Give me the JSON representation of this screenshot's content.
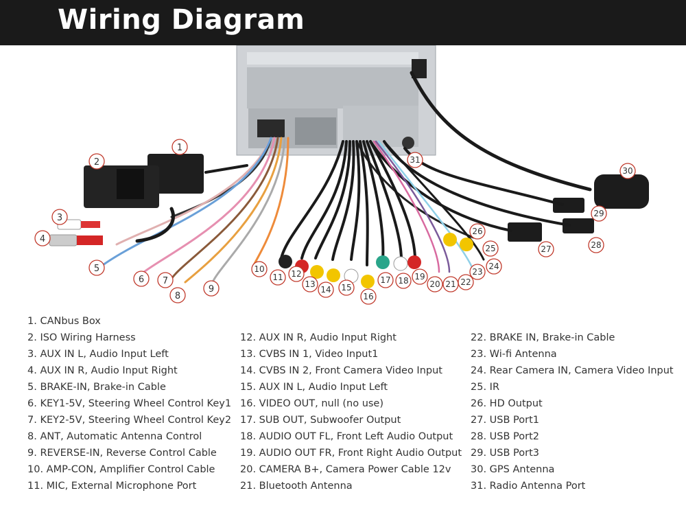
{
  "title": "Wiring Diagram",
  "colors": {
    "header_bg": "#1a1a1a",
    "title": "#ffffff",
    "callout_border": "#c0392b",
    "text": "#333333"
  },
  "callout_numbers": [
    "1",
    "2",
    "3",
    "4",
    "5",
    "6",
    "7",
    "8",
    "9",
    "10",
    "11",
    "12",
    "13",
    "14",
    "15",
    "16",
    "17",
    "18",
    "19",
    "20",
    "21",
    "22",
    "23",
    "24",
    "25",
    "26",
    "27",
    "28",
    "29",
    "30",
    "31"
  ],
  "legend": {
    "col1": [
      "1. CANbus Box",
      "2. ISO Wiring Harness",
      "3. AUX IN L, Audio Input Left",
      "4. AUX IN R, Audio Input Right",
      "5. BRAKE-IN, Brake-in Cable",
      "6. KEY1-5V, Steering Wheel Control Key1",
      "7. KEY2-5V, Steering Wheel Control Key2",
      "8. ANT, Automatic Antenna Control",
      "9. REVERSE-IN, Reverse Control Cable",
      "10. AMP-CON, Amplifier Control Cable",
      "11. MIC, External Microphone Port"
    ],
    "col2": [
      "12. AUX IN R, Audio Input Right",
      "13. CVBS IN 1, Video Input1",
      "14. CVBS IN 2, Front Camera Video Input",
      "15. AUX IN L, Audio Input Left",
      "16. VIDEO OUT, null (no use)",
      "17. SUB OUT, Subwoofer Output",
      "18. AUDIO OUT FL, Front Left Audio Output",
      "19. AUDIO OUT FR, Front Right Audio Output",
      "20. CAMERA B+, Camera Power Cable 12v",
      "21. Bluetooth Antenna"
    ],
    "col3": [
      "22. BRAKE IN, Brake-in Cable",
      "23. Wi-fi Antenna",
      "24. Rear Camera IN, Camera Video Input",
      "25. IR",
      "26. HD Output",
      "27. USB Port1",
      "28. USB Port2",
      "29. USB Port3",
      "30. GPS Antenna",
      "31. Radio Antenna Port"
    ]
  }
}
